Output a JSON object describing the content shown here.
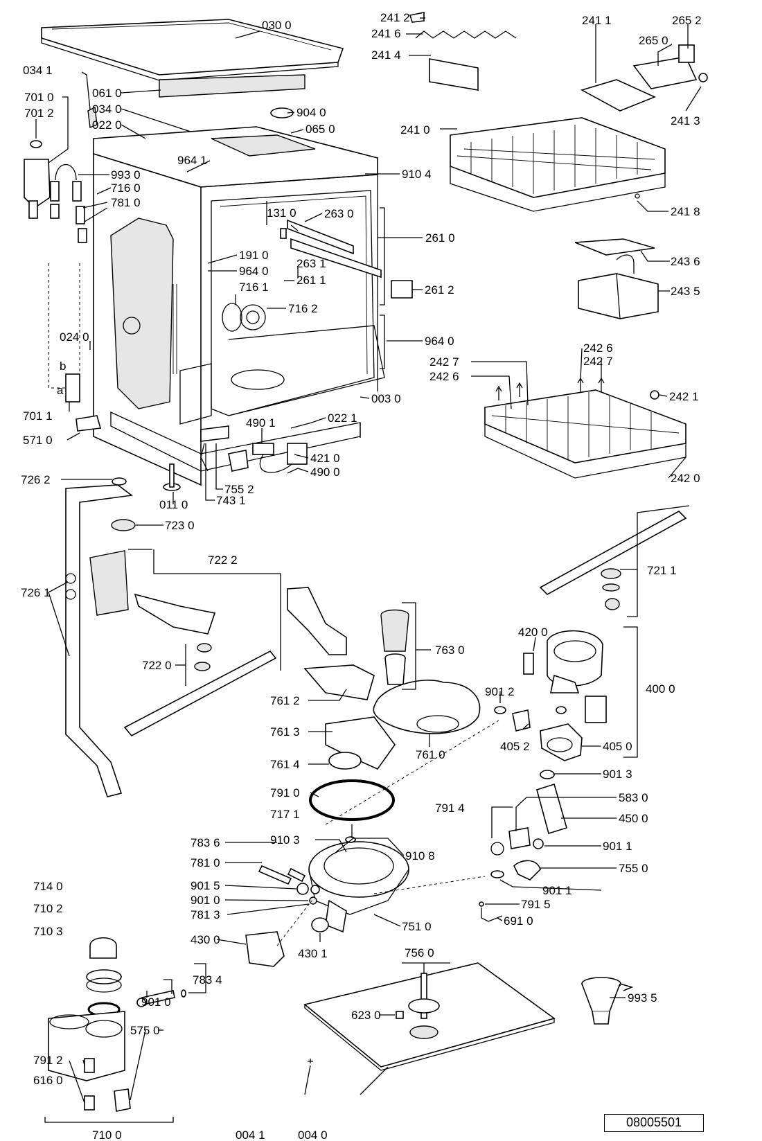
{
  "document_number": "08005501",
  "callouts": [
    "030 0",
    "034 1",
    "061 0",
    "034 0",
    "022 0",
    "904 0",
    "065 0",
    "701 0",
    "701 2",
    "993 0",
    "964 1",
    "910 4",
    "716 0",
    "781 0",
    "131 0",
    "263 0",
    "261 0",
    "191 0",
    "964 0",
    "263 1",
    "261 1",
    "261 2",
    "716 1",
    "716 2",
    "964 0",
    "024 0",
    "b",
    "a",
    "701 1",
    "571 0",
    "003 0",
    "490 1",
    "022 1",
    "421 0",
    "490 0",
    "011 0",
    "755 2",
    "743 1",
    "241 2",
    "241 6",
    "241 4",
    "241 1",
    "265 2",
    "265 0",
    "241 3",
    "241 0",
    "241 8",
    "243 6",
    "243 5",
    "242 7",
    "242 6",
    "242 6",
    "242 7",
    "242 1",
    "242 0",
    "726 2",
    "723 0",
    "722 2",
    "726 1",
    "721 1",
    "722 0",
    "763 0",
    "420 0",
    "761 2",
    "901 2",
    "400 0",
    "761 3",
    "405 2",
    "405 0",
    "761 4",
    "761 0",
    "901 3",
    "791 0",
    "583 0",
    "717 1",
    "791 4",
    "450 0",
    "910 3",
    "910 8",
    "783 6",
    "901 1",
    "781 0",
    "755 0",
    "714 0",
    "901 5",
    "901 1",
    "901 0",
    "791 5",
    "710 2",
    "781 3",
    "751 0",
    "691 0",
    "710 3",
    "430 0",
    "430 1",
    "783 4",
    "756 0",
    "901 0",
    "993 5",
    "623 0",
    "791 2",
    "575 0",
    "616 0",
    "710 0",
    "004 1",
    "004 0"
  ]
}
